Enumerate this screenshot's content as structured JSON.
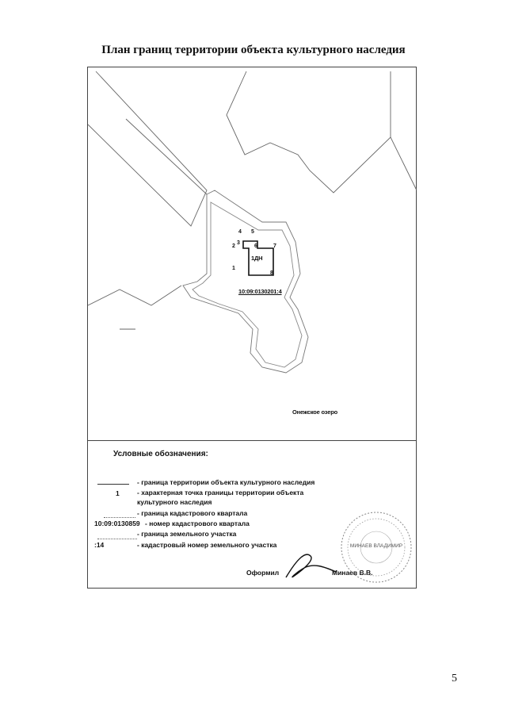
{
  "title": "План границ территории объекта культурного наследия",
  "map": {
    "lake_label": "Онежское озеро",
    "cadastral_number": "10:09:0130201:4",
    "object_label": "1ДН",
    "points": [
      "1",
      "2",
      "3",
      "4",
      "5",
      "6",
      "7",
      "8"
    ]
  },
  "legend": {
    "title": "Условные обозначения:",
    "rows": [
      {
        "symbol": "",
        "text": "-  граница территории объекта культурного наследия"
      },
      {
        "symbol": "1",
        "text": "-  характерная точка границы территории объекта"
      },
      {
        "symbol": "",
        "text": "культурного наследия"
      },
      {
        "symbol": "",
        "text": "- граница кадастрового квартала"
      },
      {
        "symbol": "10:09:0130859",
        "text": "-  номер кадастрового квартала"
      },
      {
        "symbol": "",
        "text": "- граница земельного участка"
      },
      {
        "symbol": ":14",
        "text": "- кадастровый номер земельного участка"
      }
    ]
  },
  "signature": {
    "left": "Оформил",
    "name": "Минаев В.В."
  },
  "stamp_text": "МИНАЕВ ВЛАДИМИР",
  "page_number": "5"
}
